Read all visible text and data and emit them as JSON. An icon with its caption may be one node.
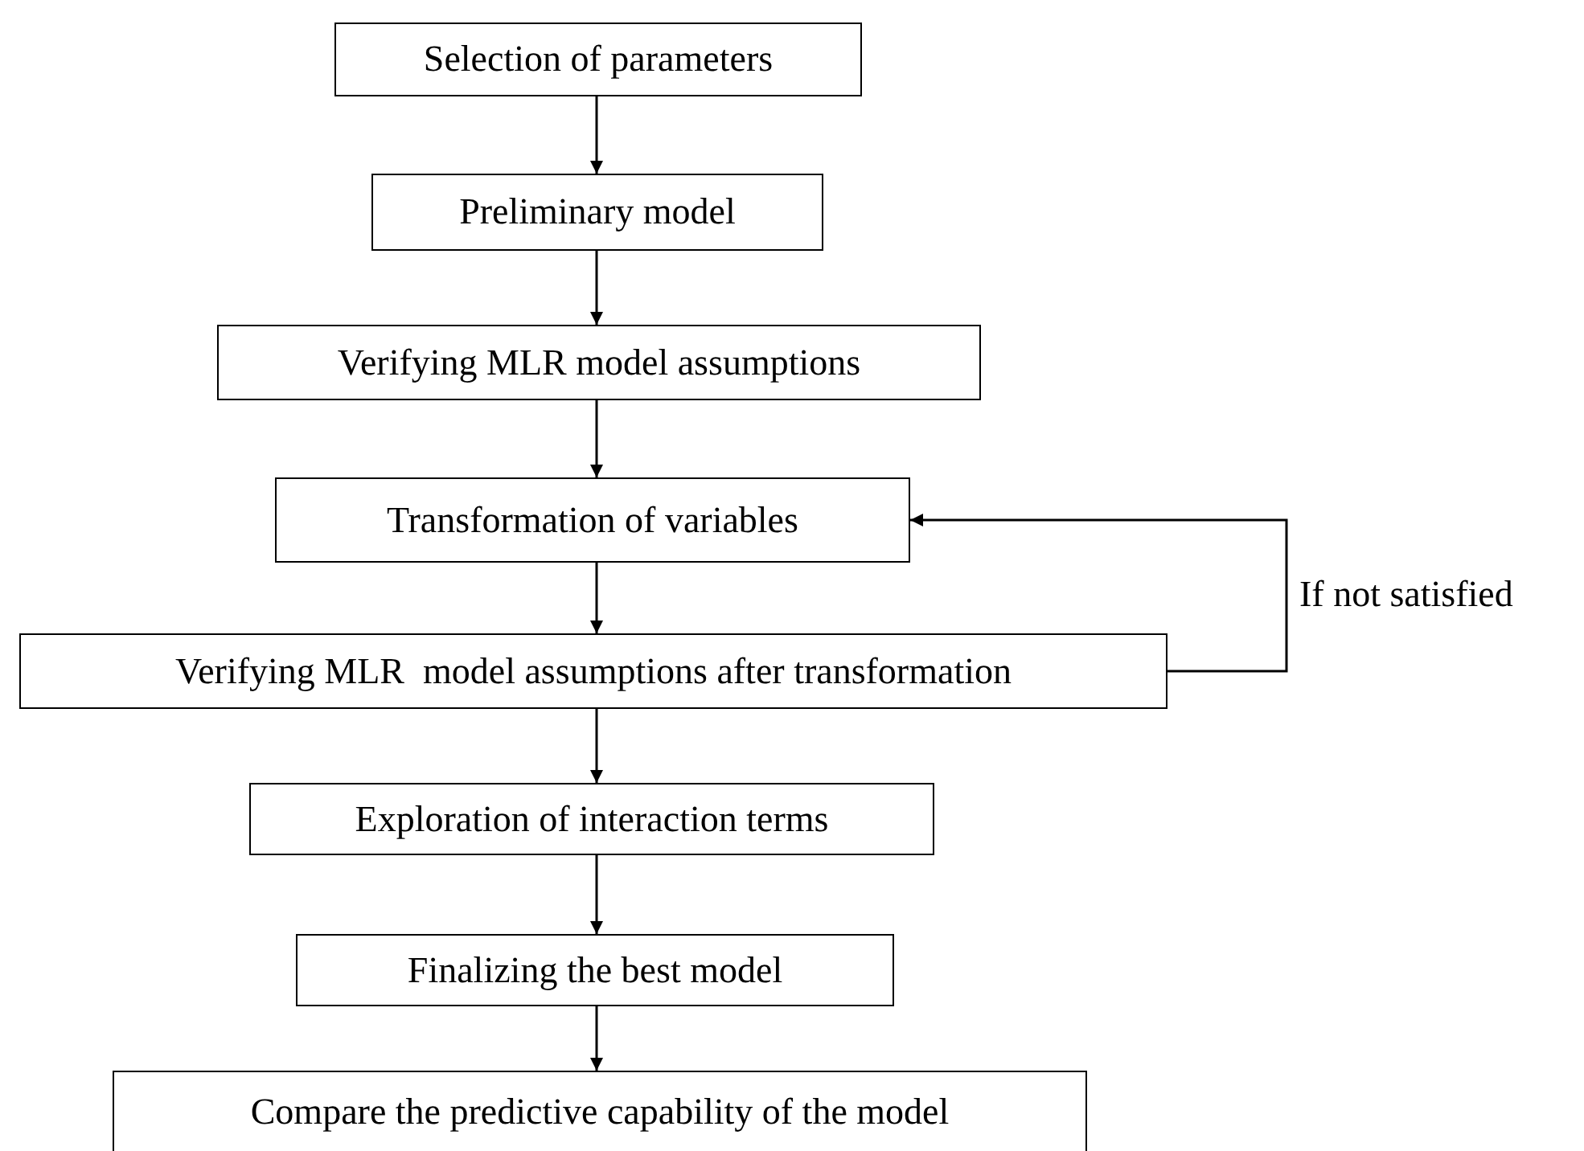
{
  "diagram": {
    "nodes": [
      {
        "text": [
          "Selection of parameters"
        ]
      },
      {
        "text": [
          "Preliminary model"
        ]
      },
      {
        "text": [
          "Verifying MLR model assumptions"
        ]
      },
      {
        "text": [
          "Transformation of variables"
        ]
      },
      {
        "text": [
          "Verifying MLR  model assumptions after transformation"
        ]
      },
      {
        "text": [
          "Exploration of interaction terms"
        ]
      },
      {
        "text": [
          "Finalizing the best model"
        ]
      },
      {
        "text": [
          "Compare the predictive capability of the model"
        ]
      }
    ],
    "edges": [
      {
        "from": 0,
        "to": 1,
        "arrow": "to"
      },
      {
        "from": 1,
        "to": 2,
        "arrow": "to"
      },
      {
        "from": 2,
        "to": 3,
        "arrow": "to"
      },
      {
        "from": 3,
        "to": 4,
        "arrow": "to"
      },
      {
        "from": 4,
        "to": 3,
        "arrow": "to",
        "label": "If not satisfied"
      },
      {
        "from": 4,
        "to": 5,
        "arrow": "to"
      },
      {
        "from": 5,
        "to": 6,
        "arrow": "to"
      },
      {
        "from": 6,
        "to": 7,
        "arrow": "to"
      }
    ]
  }
}
